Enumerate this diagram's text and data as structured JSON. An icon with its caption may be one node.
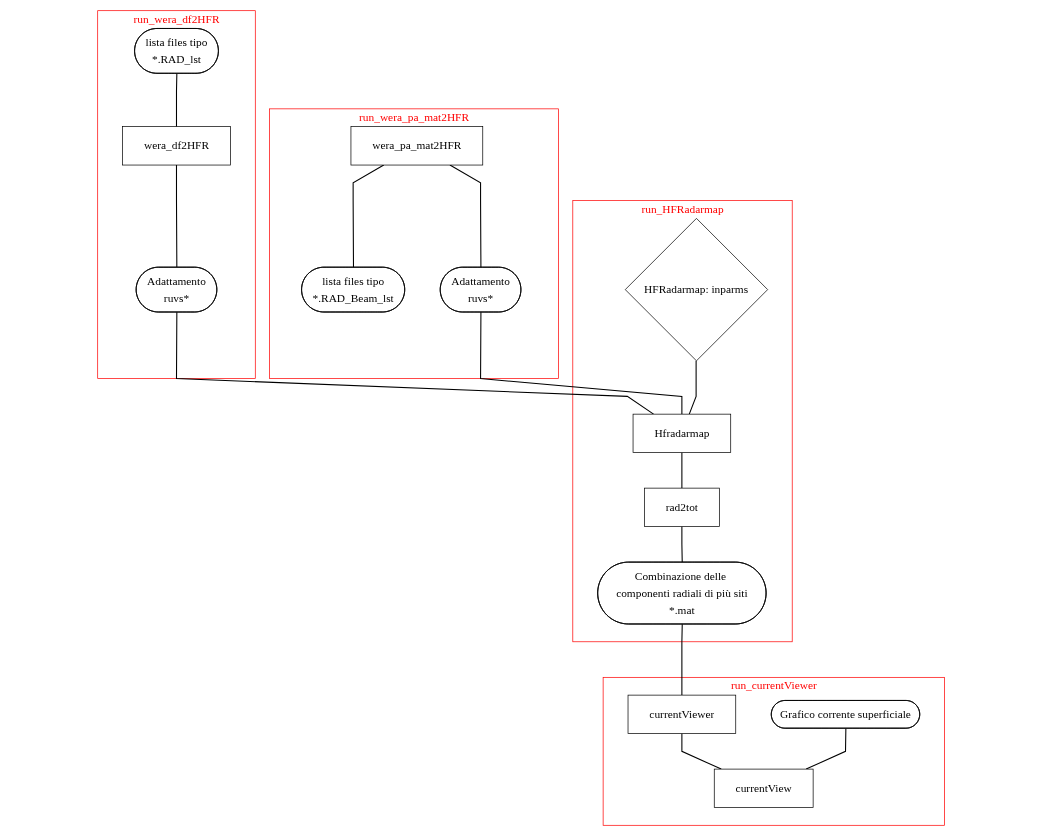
{
  "diagram": {
    "nodes": [
      {
        "text": [
          "run_wera_df2HFR"
        ]
      },
      {
        "text": [
          "lista files tipo",
          "*.RAD_lst"
        ],
        "in": 0
      },
      {
        "text": [
          "wera_df2HFR"
        ],
        "in": 0
      },
      {
        "text": [
          "Adattamento",
          "ruvs*"
        ],
        "in": 0
      },
      {
        "text": [
          "run_wera_pa_mat2HFR"
        ]
      },
      {
        "text": [
          "wera_pa_mat2HFR"
        ],
        "in": 4
      },
      {
        "text": [
          "lista files tipo",
          "*.RAD_Beam_lst"
        ],
        "in": 4
      },
      {
        "text": [
          "Adattamento",
          "ruvs*"
        ],
        "in": 4
      },
      {
        "text": [
          "run_HFRadarmap"
        ]
      },
      {
        "text": [
          "HFRadarmap: inparms"
        ],
        "in": 8
      },
      {
        "text": [
          "Hfradarmap"
        ],
        "in": 8
      },
      {
        "text": [
          "rad2tot"
        ],
        "in": 8
      },
      {
        "text": [
          "Combinazione delle componenti radiali di più siti",
          "*.mat"
        ],
        "in": 8
      },
      {
        "text": [
          "run_currentViewer"
        ]
      },
      {
        "text": [
          "currentViewer"
        ],
        "in": 13
      },
      {
        "text": [
          "Grafico corrente superficiale"
        ],
        "in": 13
      },
      {
        "text": [
          "currentView"
        ],
        "in": 13
      }
    ],
    "edges": [
      {
        "from": 1,
        "to": 2,
        "arrow": "none"
      },
      {
        "from": 2,
        "to": 3,
        "arrow": "none"
      },
      {
        "from": 5,
        "to": 6,
        "arrow": "none"
      },
      {
        "from": 5,
        "to": 7,
        "arrow": "none"
      },
      {
        "from": 3,
        "to": 10,
        "arrow": "none"
      },
      {
        "from": 7,
        "to": 10,
        "arrow": "none"
      },
      {
        "from": 9,
        "to": 10,
        "arrow": "none"
      },
      {
        "from": 10,
        "to": 11,
        "arrow": "none"
      },
      {
        "from": 11,
        "to": 12,
        "arrow": "none"
      },
      {
        "from": 12,
        "to": 14,
        "arrow": "none"
      },
      {
        "from": 14,
        "to": 16,
        "arrow": "none"
      },
      {
        "from": 15,
        "to": 16,
        "arrow": "none"
      }
    ]
  }
}
